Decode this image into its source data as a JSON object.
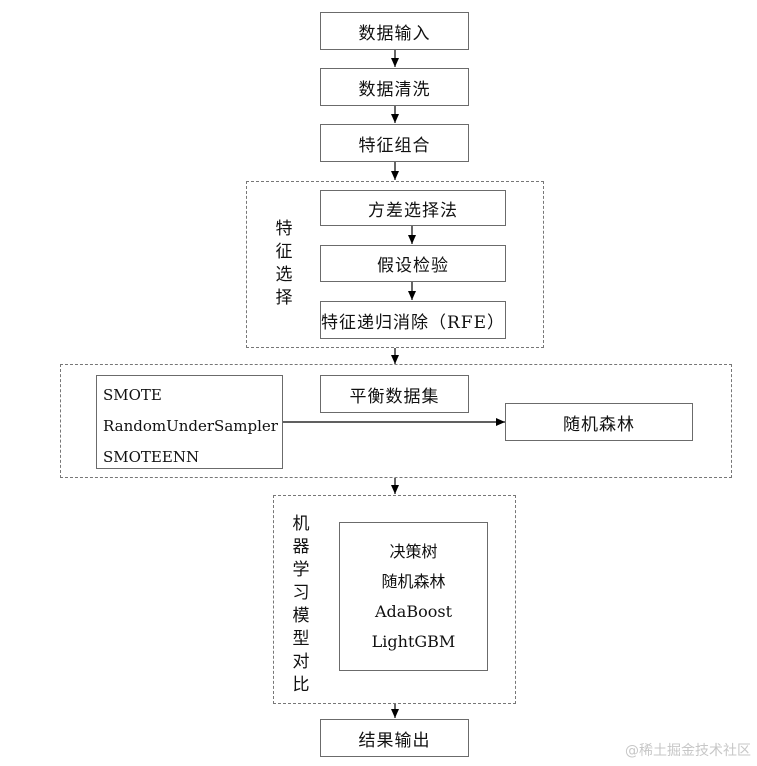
{
  "steps": {
    "input": "数据输入",
    "clean": "数据清洗",
    "combine": "特征组合",
    "output": "结果输出"
  },
  "feature_selection": {
    "label": "特征选择",
    "methods": [
      "方差选择法",
      "假设检验",
      "特征递归消除（RFE）"
    ]
  },
  "balancing": {
    "title": "平衡数据集",
    "methods": [
      "SMOTE",
      "RandomUnderSampler",
      "SMOTEENN"
    ],
    "target": "随机森林"
  },
  "model_comparison": {
    "label": "机器学习模型对比",
    "models": [
      "决策树",
      "随机森林",
      "AdaBoost",
      "LightGBM"
    ]
  },
  "watermark": "@稀土掘金技术社区"
}
